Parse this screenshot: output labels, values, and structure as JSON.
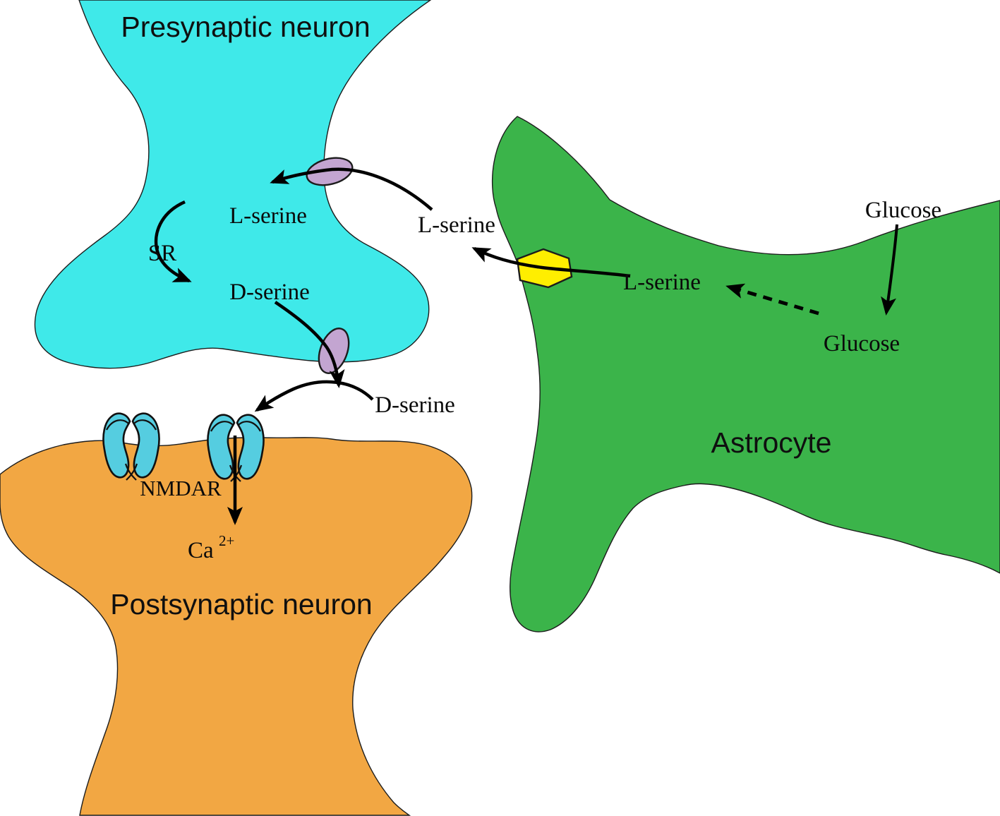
{
  "cells": {
    "presynaptic": {
      "label": "Presynaptic neuron",
      "color": "#3fe9e9"
    },
    "postsynaptic": {
      "label": "Postsynaptic neuron",
      "color": "#f2a743"
    },
    "astrocyte": {
      "label": "Astrocyte",
      "color": "#3bb44a"
    }
  },
  "labels": {
    "l_serine_presynaptic": "L-serine",
    "sr_enzyme": "SR",
    "d_serine_presynaptic": "D-serine",
    "l_serine_cleft": "L-serine",
    "d_serine_cleft": "D-serine",
    "l_serine_astrocyte": "L-serine",
    "glucose_extracellular": "Glucose",
    "glucose_astrocyte": "Glucose",
    "nmdar": "NMDAR",
    "calcium_base": "Ca",
    "calcium_sup": "2+"
  },
  "transporters": {
    "membrane_transporter_color": "#c3a5d1",
    "astrocyte_transporter_color": "#ffee00",
    "nmdar_receptor_color": "#55cde0"
  },
  "arrow_color": "#000000"
}
